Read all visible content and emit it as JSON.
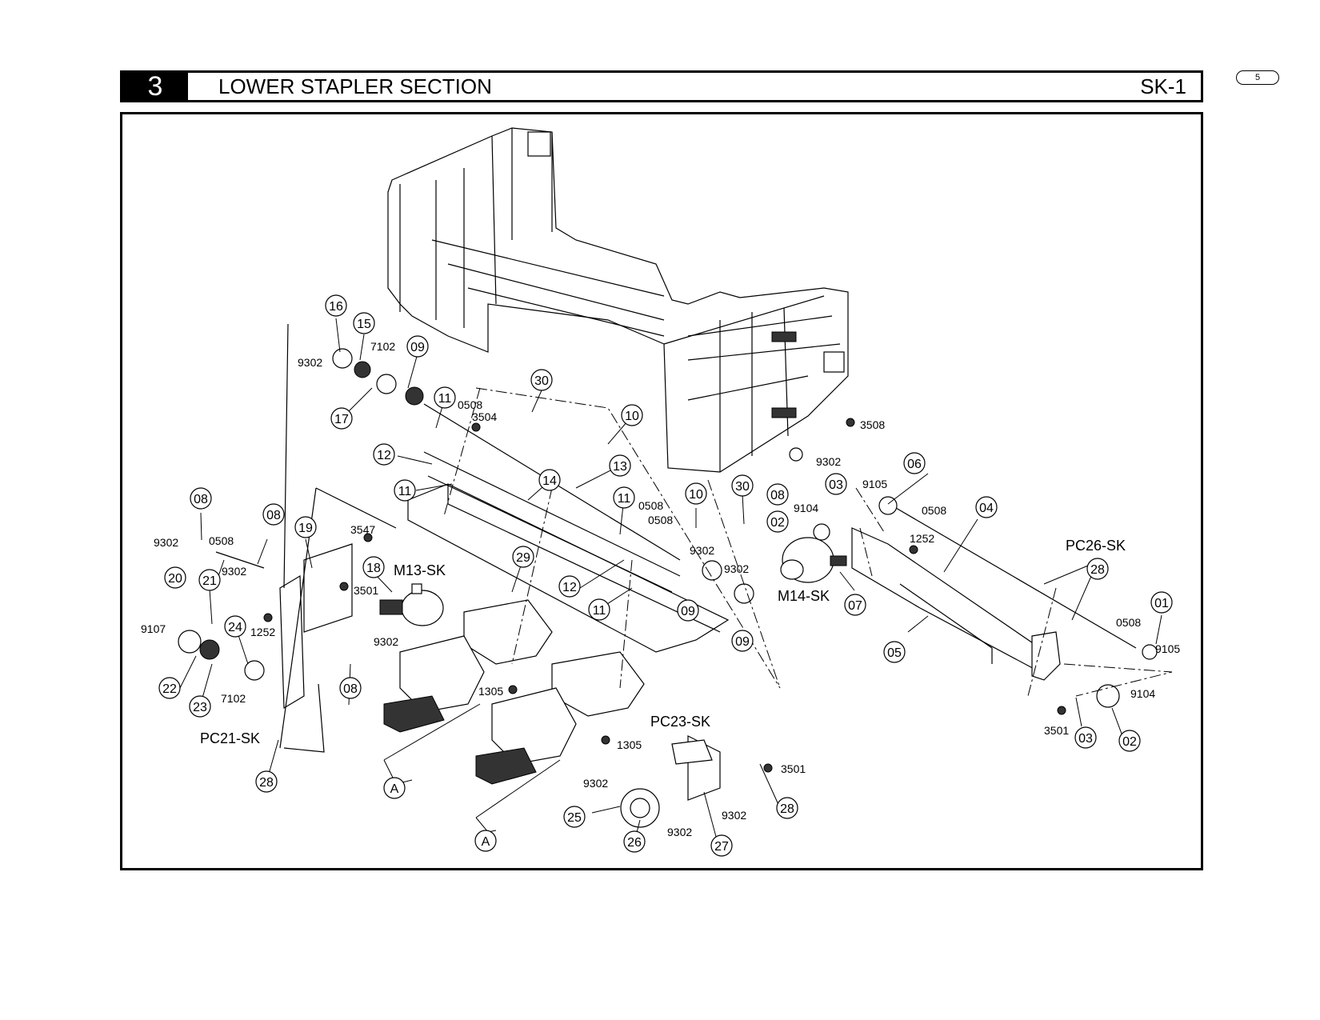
{
  "header": {
    "section_number": "3",
    "section_title": "LOWER STAPLER SECTION",
    "section_code": "SK-1",
    "page_number": "5"
  },
  "callouts": [
    {
      "id": "c01",
      "text": "01",
      "shape": "circle"
    },
    {
      "id": "c02a",
      "text": "02",
      "shape": "circle"
    },
    {
      "id": "c02b",
      "text": "02",
      "shape": "circle"
    },
    {
      "id": "c03a",
      "text": "03",
      "shape": "circle"
    },
    {
      "id": "c03b",
      "text": "03",
      "shape": "circle"
    },
    {
      "id": "c04",
      "text": "04",
      "shape": "circle"
    },
    {
      "id": "c05",
      "text": "05",
      "shape": "circle"
    },
    {
      "id": "c06",
      "text": "06",
      "shape": "circle"
    },
    {
      "id": "c07",
      "text": "07",
      "shape": "circle"
    },
    {
      "id": "c08a",
      "text": "08",
      "shape": "circle"
    },
    {
      "id": "c08b",
      "text": "08",
      "shape": "circle"
    },
    {
      "id": "c08c",
      "text": "08",
      "shape": "circle"
    },
    {
      "id": "c08d",
      "text": "08",
      "shape": "circle"
    },
    {
      "id": "c09a",
      "text": "09",
      "shape": "circle"
    },
    {
      "id": "c09b",
      "text": "09",
      "shape": "circle"
    },
    {
      "id": "c09c",
      "text": "09",
      "shape": "circle"
    },
    {
      "id": "c10a",
      "text": "10",
      "shape": "circle"
    },
    {
      "id": "c10b",
      "text": "10",
      "shape": "circle"
    },
    {
      "id": "c11a",
      "text": "11",
      "shape": "circle"
    },
    {
      "id": "c11b",
      "text": "11",
      "shape": "circle"
    },
    {
      "id": "c11c",
      "text": "11",
      "shape": "circle"
    },
    {
      "id": "c11d",
      "text": "11",
      "shape": "circle"
    },
    {
      "id": "c12a",
      "text": "12",
      "shape": "circle"
    },
    {
      "id": "c12b",
      "text": "12",
      "shape": "circle"
    },
    {
      "id": "c13",
      "text": "13",
      "shape": "circle"
    },
    {
      "id": "c14",
      "text": "14",
      "shape": "circle"
    },
    {
      "id": "c15",
      "text": "15",
      "shape": "circle"
    },
    {
      "id": "c16",
      "text": "16",
      "shape": "circle"
    },
    {
      "id": "c17",
      "text": "17",
      "shape": "circle"
    },
    {
      "id": "c18",
      "text": "18",
      "shape": "circle"
    },
    {
      "id": "c19",
      "text": "19",
      "shape": "circle"
    },
    {
      "id": "c20",
      "text": "20",
      "shape": "circle"
    },
    {
      "id": "c21",
      "text": "21",
      "shape": "circle"
    },
    {
      "id": "c22",
      "text": "22",
      "shape": "circle"
    },
    {
      "id": "c23",
      "text": "23",
      "shape": "circle"
    },
    {
      "id": "c24",
      "text": "24",
      "shape": "circle"
    },
    {
      "id": "c25",
      "text": "25",
      "shape": "circle"
    },
    {
      "id": "c26",
      "text": "26",
      "shape": "circle"
    },
    {
      "id": "c27",
      "text": "27",
      "shape": "circle"
    },
    {
      "id": "c28a",
      "text": "28",
      "shape": "circle"
    },
    {
      "id": "c28b",
      "text": "28",
      "shape": "circle"
    },
    {
      "id": "c28c",
      "text": "28",
      "shape": "circle"
    },
    {
      "id": "c29",
      "text": "29",
      "shape": "circle"
    },
    {
      "id": "c30a",
      "text": "30",
      "shape": "circle"
    },
    {
      "id": "c30b",
      "text": "30",
      "shape": "circle"
    },
    {
      "id": "cAa",
      "text": "A",
      "shape": "circle"
    },
    {
      "id": "cAb",
      "text": "A",
      "shape": "circle"
    },
    {
      "id": "l9302a",
      "text": "9302",
      "shape": "label"
    },
    {
      "id": "l7102a",
      "text": "7102",
      "shape": "label"
    },
    {
      "id": "l0508a",
      "text": "0508",
      "shape": "label"
    },
    {
      "id": "l3504",
      "text": "3504",
      "shape": "label"
    },
    {
      "id": "l3508",
      "text": "3508",
      "shape": "label"
    },
    {
      "id": "l9302b",
      "text": "9302",
      "shape": "label"
    },
    {
      "id": "l9105a",
      "text": "9105",
      "shape": "label"
    },
    {
      "id": "l0508b",
      "text": "0508",
      "shape": "label"
    },
    {
      "id": "l9104a",
      "text": "9104",
      "shape": "label"
    },
    {
      "id": "l1252a",
      "text": "1252",
      "shape": "label"
    },
    {
      "id": "l0508c",
      "text": "0508",
      "shape": "label"
    },
    {
      "id": "l0508d",
      "text": "0508",
      "shape": "label"
    },
    {
      "id": "l9302c",
      "text": "9302",
      "shape": "label"
    },
    {
      "id": "l9302d",
      "text": "9302",
      "shape": "label"
    },
    {
      "id": "l3547",
      "text": "3547",
      "shape": "label"
    },
    {
      "id": "l9302e",
      "text": "9302",
      "shape": "label"
    },
    {
      "id": "l0508e",
      "text": "0508",
      "shape": "label"
    },
    {
      "id": "l9302f",
      "text": "9302",
      "shape": "label"
    },
    {
      "id": "l3501a",
      "text": "3501",
      "shape": "label"
    },
    {
      "id": "l9107",
      "text": "9107",
      "shape": "label"
    },
    {
      "id": "l1252b",
      "text": "1252",
      "shape": "label"
    },
    {
      "id": "l9302g",
      "text": "9302",
      "shape": "label"
    },
    {
      "id": "l7102b",
      "text": "7102",
      "shape": "label"
    },
    {
      "id": "l1305a",
      "text": "1305",
      "shape": "label"
    },
    {
      "id": "l1305b",
      "text": "1305",
      "shape": "label"
    },
    {
      "id": "l3501b",
      "text": "3501",
      "shape": "label"
    },
    {
      "id": "l9302h",
      "text": "9302",
      "shape": "label"
    },
    {
      "id": "l9302i",
      "text": "9302",
      "shape": "label"
    },
    {
      "id": "l9302j",
      "text": "9302",
      "shape": "label"
    },
    {
      "id": "l0508f",
      "text": "0508",
      "shape": "label"
    },
    {
      "id": "l9105b",
      "text": "9105",
      "shape": "label"
    },
    {
      "id": "l9104b",
      "text": "9104",
      "shape": "label"
    },
    {
      "id": "l3501c",
      "text": "3501",
      "shape": "label"
    },
    {
      "id": "sM13",
      "text": "M13-SK",
      "shape": "sensor"
    },
    {
      "id": "sM14",
      "text": "M14-SK",
      "shape": "sensor"
    },
    {
      "id": "sPC21",
      "text": "PC21-SK",
      "shape": "sensor"
    },
    {
      "id": "sPC23",
      "text": "PC23-SK",
      "shape": "sensor"
    },
    {
      "id": "sPC26",
      "text": "PC26-SK",
      "shape": "sensor"
    }
  ]
}
